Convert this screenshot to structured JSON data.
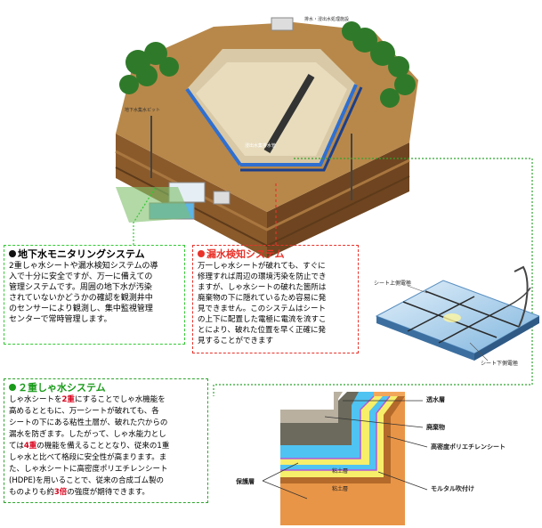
{
  "colors": {
    "monitoring_border": "#34c934",
    "monitoring_dot": "#111111",
    "leak_border": "#e8322a",
    "leak_dot": "#e8322a",
    "leak_title": "#e8322a",
    "double_border": "#2fa52f",
    "double_title": "#1a9a1a",
    "double_emphasis": "#d9001b"
  },
  "landfill": {
    "trees": "tree-icon",
    "facility_label": "地下水集水ピット",
    "top_label": "排水・浸出水処理施設",
    "pipe_label": "浸出水集排水管"
  },
  "monitoring": {
    "title": "地下水モニタリングシステム",
    "lines": [
      "2重しゃ水シートや漏水検知システムの導",
      "入で十分に安全ですが、万一に備えての",
      "管理システムです。周囲の地下水が汚染",
      "されていないかどうかの確認を観測井中",
      "のセンサーにより観測し、集中監視管理",
      "センターで常時管理します。"
    ]
  },
  "leak": {
    "title": "漏水検知システム",
    "lines": [
      "万一しゃ水シートが破れても、すぐに",
      "修理すれば周辺の環境汚染を防止でき",
      "ますが、しゃ水シートの破れた箇所は",
      "廃棄物の下に隠れているため容易に発",
      "見できません。このシステムはシート",
      "の上下に配置した電極に電流を流すこ",
      "とにより、破れた位置を早く正確に発",
      "見することができます"
    ]
  },
  "sheet_diagram": {
    "upper_label": "シート上側電極",
    "lower_label": "シート下側電極"
  },
  "double": {
    "title": "２重しゃ水システム",
    "lines": [
      [
        "しゃ水シートを",
        "2重",
        "にすることでしゃ水機能を"
      ],
      [
        "高めるとともに、万一シートが破れても、各"
      ],
      [
        "シートの下にある粘性土層が、破れた穴からの"
      ],
      [
        "漏水を防ぎます。したがって、しゃ水能力とし"
      ],
      [
        "ては",
        "4重",
        "の機能を備えることとなり、従来の1重"
      ],
      [
        "しゃ水と比べて格段に安全性が高まります。ま"
      ],
      [
        "た、しゃ水シートに高密度ポリエチレンシート"
      ],
      [
        "(HDPE)を用いることで、従来の合成ゴム製の"
      ],
      [
        "ものよりも約",
        "3倍",
        "の強度が期待できます。"
      ]
    ]
  },
  "cross_section": {
    "labels": {
      "drainage": "透水層",
      "waste": "廃棄物",
      "hdpe": "高密度ポリエチレンシート",
      "clay_upper": "粘土層",
      "clay_lower": "粘土層",
      "protect": "保護層",
      "mortar": "モルタル吹付け"
    }
  }
}
